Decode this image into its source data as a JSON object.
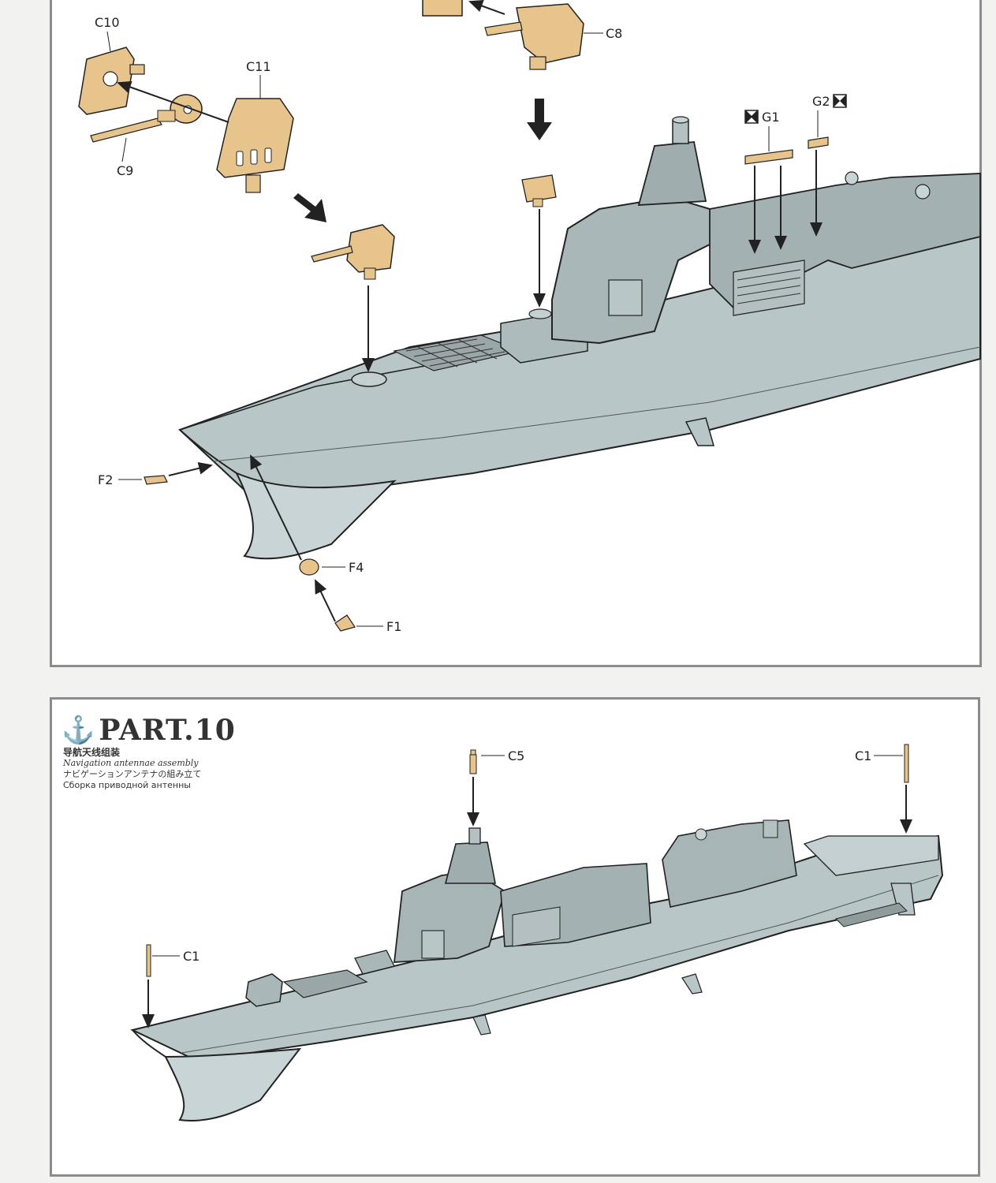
{
  "part": {
    "anchor_icon": "anchor-icon",
    "title": "PART.10",
    "subtitle_cn": "导航天线组装",
    "subtitle_en": "Navigation antennae assembly",
    "subtitle_jp": "ナビゲーションアンテナの組み立て",
    "subtitle_ru": "Сборка приводной антенны"
  },
  "top_labels": {
    "c10": "C10",
    "c11": "C11",
    "c9": "C9",
    "c8": "C8",
    "g1": "G1",
    "g2": "G2",
    "f2": "F2",
    "f4": "F4",
    "f1": "F1"
  },
  "bottom_labels": {
    "c5": "C5",
    "c1_stern": "C1",
    "c1_bow": "C1"
  },
  "colors": {
    "hull": "#b9c6c8",
    "hull_light": "#cdd8da",
    "part_tan": "#e6c48c",
    "line": "#222222"
  }
}
